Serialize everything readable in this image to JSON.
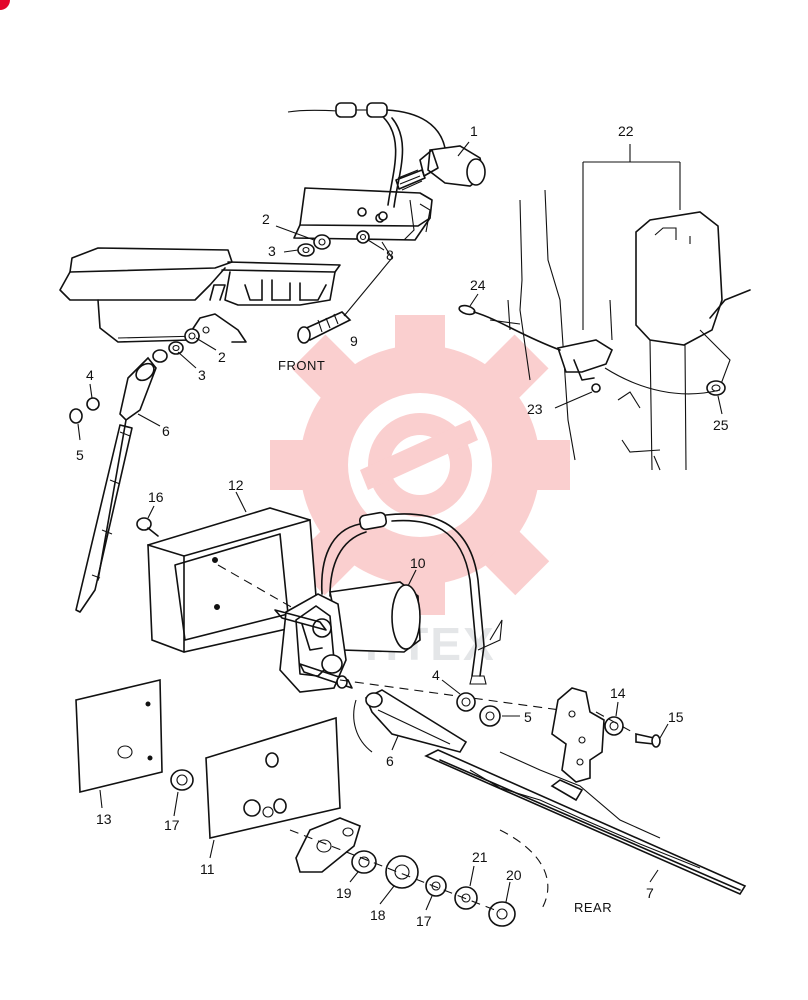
{
  "diagram": {
    "callouts": [
      {
        "id": "c1",
        "text": "1"
      },
      {
        "id": "c2a",
        "text": "2"
      },
      {
        "id": "c3a",
        "text": "3"
      },
      {
        "id": "c8",
        "text": "8"
      },
      {
        "id": "c9",
        "text": "9"
      },
      {
        "id": "c2b",
        "text": "2"
      },
      {
        "id": "c3b",
        "text": "3"
      },
      {
        "id": "c4a",
        "text": "4"
      },
      {
        "id": "c5a",
        "text": "5"
      },
      {
        "id": "c6a",
        "text": "6"
      },
      {
        "id": "c22",
        "text": "22"
      },
      {
        "id": "c24",
        "text": "24"
      },
      {
        "id": "c23",
        "text": "23"
      },
      {
        "id": "c25",
        "text": "25"
      },
      {
        "id": "c16",
        "text": "16"
      },
      {
        "id": "c12",
        "text": "12"
      },
      {
        "id": "c10",
        "text": "10"
      },
      {
        "id": "c4b",
        "text": "4"
      },
      {
        "id": "c5b",
        "text": "5"
      },
      {
        "id": "c14",
        "text": "14"
      },
      {
        "id": "c15",
        "text": "15"
      },
      {
        "id": "c6b",
        "text": "6"
      },
      {
        "id": "c13",
        "text": "13"
      },
      {
        "id": "c17a",
        "text": "17"
      },
      {
        "id": "c11",
        "text": "11"
      },
      {
        "id": "c19",
        "text": "19"
      },
      {
        "id": "c18",
        "text": "18"
      },
      {
        "id": "c17b",
        "text": "17"
      },
      {
        "id": "c21",
        "text": "21"
      },
      {
        "id": "c20",
        "text": "20"
      },
      {
        "id": "c7",
        "text": "7"
      }
    ],
    "labels": {
      "front": "FRONT",
      "rear": "REAR"
    },
    "watermark": {
      "text": "HTEX",
      "color": "#f26b6b",
      "corner_color": "#e3052b"
    }
  }
}
